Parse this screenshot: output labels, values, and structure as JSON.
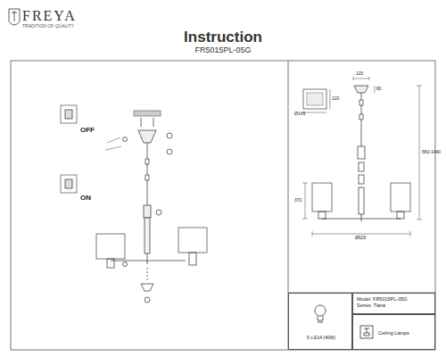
{
  "diagram": {
    "title": "Instruction",
    "nodes": [
      {
        "text": [
          "5 x E14 (40W)"
        ]
      },
      {
        "text": [
          "Model: FR5015PL-05G",
          "Series: Tiana"
        ]
      },
      {
        "text": [
          "Ceiling Lamps"
        ]
      }
    ],
    "labels": [
      "FREYA",
      "TRADITION OF QUALITY",
      "FR5015PL-05G",
      "OFF",
      "ON",
      "Ø145",
      "120",
      "115",
      "80",
      "560-1440",
      "370",
      "Ø625"
    ]
  }
}
